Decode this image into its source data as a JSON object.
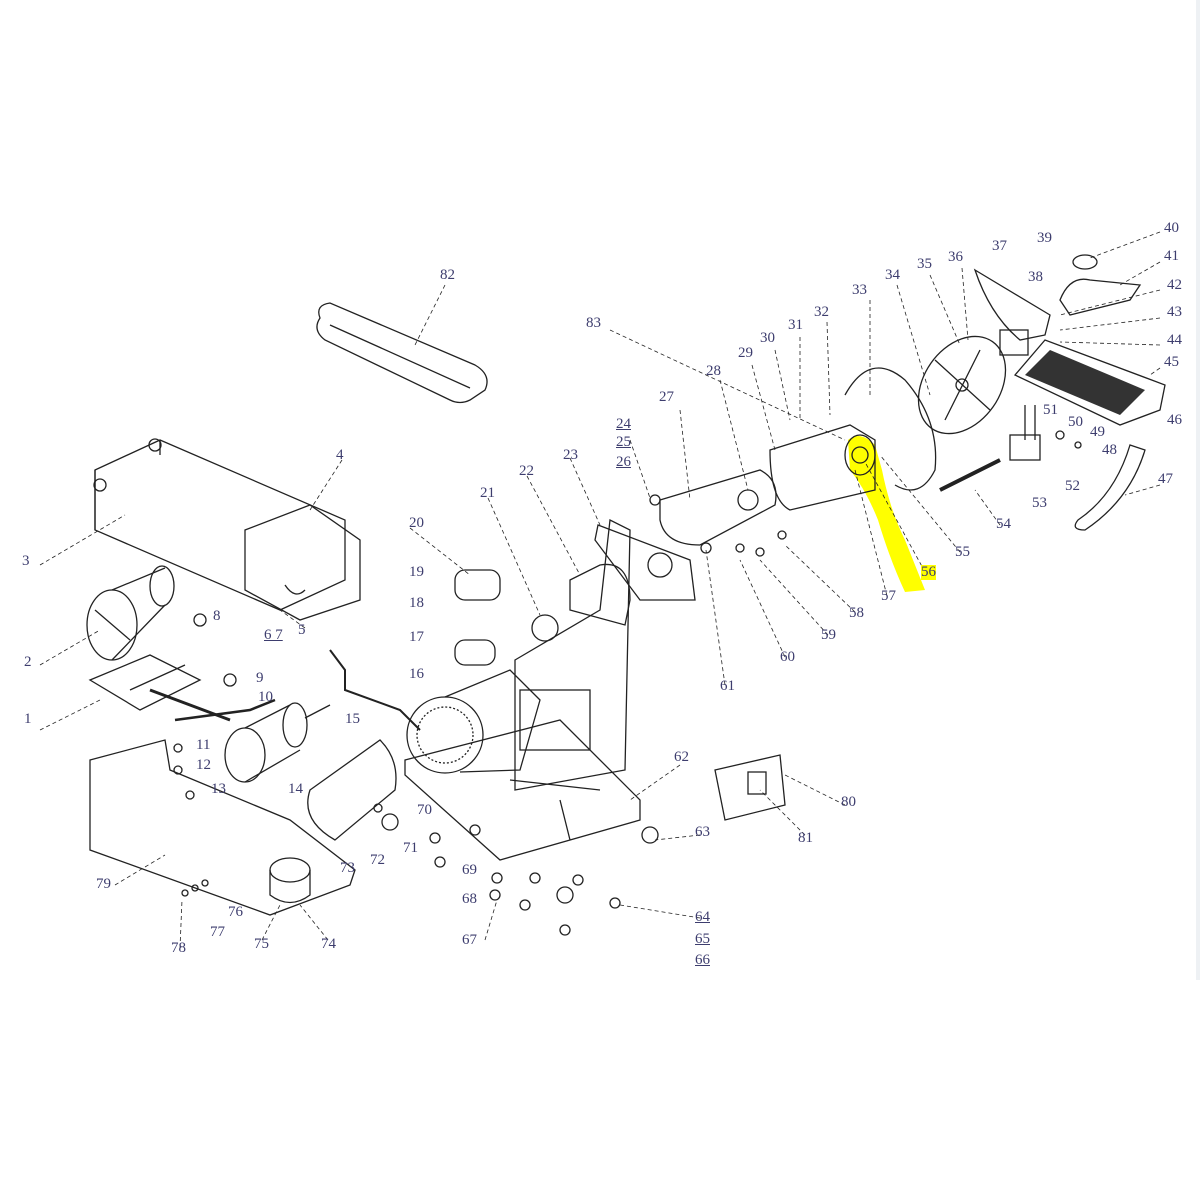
{
  "diagram": {
    "type": "exploded parts diagram",
    "highlight_color": "#ffff00",
    "line_color": "#222222",
    "label_color": "#3d3d6e",
    "highlighted_part": "56",
    "labels": [
      "1",
      "2",
      "3",
      "4",
      "5",
      "6 7",
      "8",
      "9",
      "10",
      "11",
      "12",
      "13",
      "14",
      "15",
      "16",
      "17",
      "18",
      "19",
      "20",
      "21",
      "22",
      "23",
      "24",
      "25",
      "26",
      "27",
      "28",
      "29",
      "30",
      "31",
      "32",
      "33",
      "34",
      "35",
      "36",
      "37",
      "38",
      "39",
      "40",
      "41",
      "42",
      "43",
      "44",
      "45",
      "46",
      "47",
      "48",
      "49",
      "50",
      "51",
      "52",
      "53",
      "54",
      "55",
      "56",
      "57",
      "58",
      "59",
      "60",
      "61",
      "62",
      "63",
      "64",
      "65",
      "66",
      "67",
      "68",
      "69",
      "70",
      "71",
      "72",
      "73",
      "74",
      "75",
      "76",
      "77",
      "78",
      "79",
      "80",
      "81",
      "82",
      "83"
    ]
  }
}
